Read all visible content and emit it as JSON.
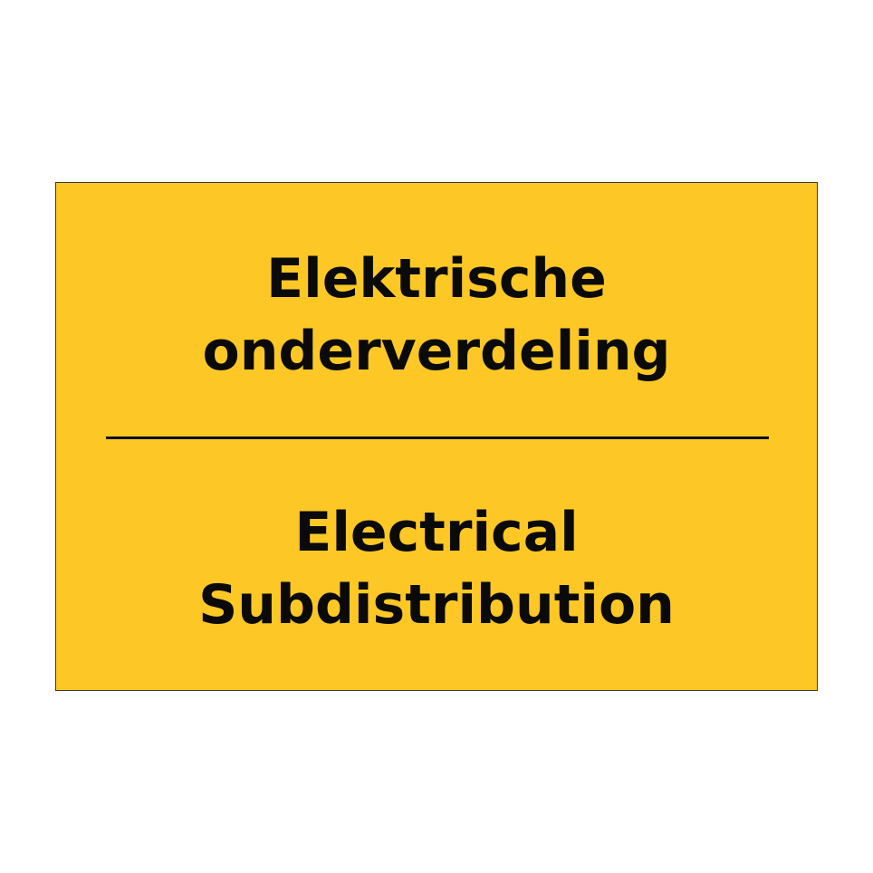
{
  "colors": {
    "sign_background": "#FDC825",
    "text": "#0a0a0a",
    "divider": "#0a0a0a",
    "page_background": "#ffffff"
  },
  "sign": {
    "dutch": {
      "line1": "Elektrische",
      "line2": "onderverdeling"
    },
    "english": {
      "line1": "Electrical",
      "line2": "Subdistribution"
    }
  }
}
